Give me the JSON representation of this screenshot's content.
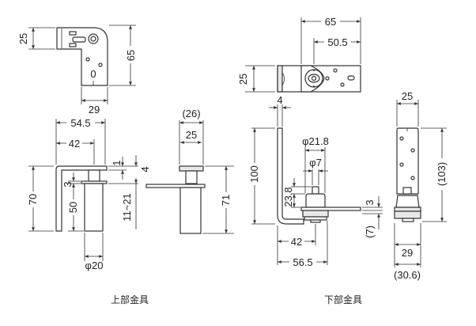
{
  "captions": {
    "upper": "上部金具",
    "lower": "下部金具"
  },
  "upper_top_view": {
    "height": "25",
    "total_height": "65",
    "width": "29",
    "mark": "0"
  },
  "upper_front_view": {
    "width_total": "54.5",
    "width_to_pin": "42",
    "plate_thickness": "1",
    "flange_gap": "4",
    "flange_thickness": "3",
    "pin_length": "50",
    "height": "70",
    "adjust_range": "11~21",
    "pin_diameter": "φ20"
  },
  "upper_side_view": {
    "width_ref": "(26)",
    "width": "25",
    "height": "71"
  },
  "lower_top_view": {
    "length": "65",
    "length_to_center": "50.5",
    "height": "25",
    "thickness": "4"
  },
  "lower_front_view": {
    "height": "100",
    "outer_diameter": "φ21.8",
    "pin_diameter": "φ7",
    "pin_height": "23.8",
    "width_to_pin": "42",
    "width_total": "56.5",
    "plate_thickness": "3",
    "bottom_ref": "(7)"
  },
  "lower_side_view": {
    "width": "25",
    "height_ref": "(103)",
    "base_width": "29",
    "base_width_ref": "(30.6)"
  }
}
